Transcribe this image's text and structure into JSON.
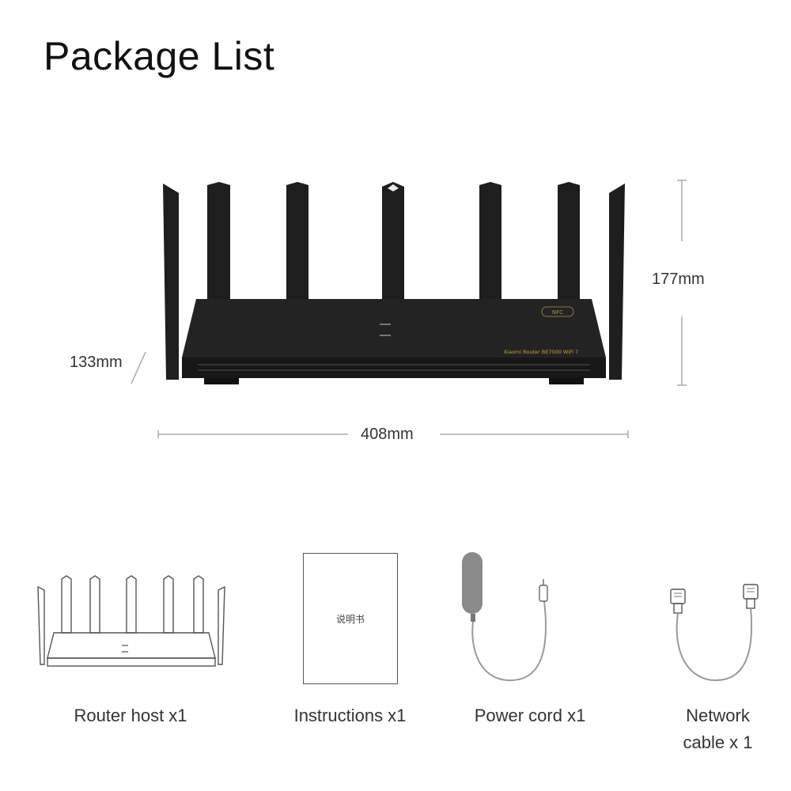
{
  "page": {
    "title": "Package List"
  },
  "dimensions": {
    "height": "177mm",
    "depth": "133mm",
    "width": "408mm"
  },
  "router_label": "Xiaomi Router BE7000 WiFi 7",
  "nfc_label": "NFC",
  "items": [
    {
      "label": "Router host x1"
    },
    {
      "label": "Instructions x1",
      "booklet_text": "说明书"
    },
    {
      "label": "Power cord x1"
    },
    {
      "label": "Network cable x 1",
      "line1": "Network",
      "line2": "cable x 1"
    }
  ],
  "colors": {
    "router_body": "#232323",
    "router_vents": "#141414",
    "accent_gold": "#c8a23a",
    "line_gray": "#9a9a9a"
  }
}
